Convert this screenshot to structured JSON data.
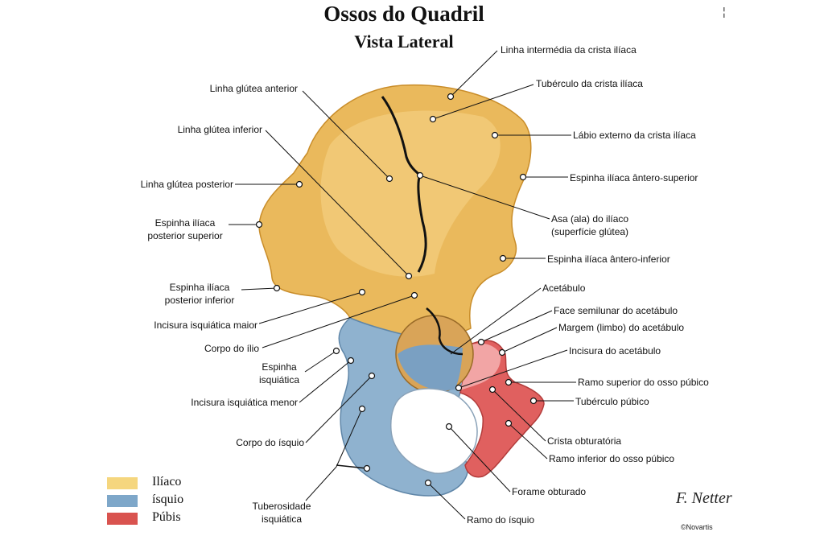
{
  "title": "Ossos do Quadril",
  "subtitle": "Vista Lateral",
  "labels": {
    "linha_intermedia": "Linha intermédia da crista ilíaca",
    "tuberculo_crista": "Tubérculo da crista ilíaca",
    "labio_externo": "Lábio externo da crista ilíaca",
    "espinha_antero_superior": "Espinha ilíaca ântero-superior",
    "asa_1": "Asa (ala) do ilíaco",
    "asa_2": "(superfície glútea)",
    "espinha_antero_inferior": "Espinha ilíaca ântero-inferior",
    "acetabulo": "Acetábulo",
    "face_semilunar": "Face semilunar do acetábulo",
    "margem_limbo": "Margem (limbo) do acetábulo",
    "incisura_acetabulo": "Incisura do acetábulo",
    "ramo_superior_pubico": "Ramo superior do osso púbico",
    "tuberculo_pubico": "Tubérculo púbico",
    "crista_obturatoria": "Crista obturatória",
    "ramo_inferior_pubico": "Ramo inferior do osso púbico",
    "forame_obturado": "Forame obturado",
    "ramo_isquio": "Ramo do ísquio",
    "linha_glutea_anterior": "Linha glútea anterior",
    "linha_glutea_inferior": "Linha glútea inferior",
    "linha_glutea_posterior": "Linha glútea posterior",
    "espinha_posterior_superior_1": "Espinha ilíaca",
    "espinha_posterior_superior_2": "posterior superior",
    "espinha_posterior_inferior_1": "Espinha ilíaca",
    "espinha_posterior_inferior_2": "posterior inferior",
    "incisura_isquiatica_maior": "Incisura isquiática maior",
    "corpo_ilio": "Corpo do ílio",
    "espinha_isquiatica_1": "Espinha",
    "espinha_isquiatica_2": "isquiática",
    "incisura_isquiatica_menor": "Incisura isquiática menor",
    "corpo_isquio": "Corpo do ísquio",
    "tuberosidade_1": "Tuberosidade",
    "tuberosidade_2": "isquiática"
  },
  "legend": [
    {
      "label": "Ilíaco",
      "color": "#f5d67e"
    },
    {
      "label": "ísquio",
      "color": "#7ea7c9"
    },
    {
      "label": "Púbis",
      "color": "#d9534f"
    }
  ],
  "colors": {
    "ilium": "#eab95c",
    "ilium_light": "#f5d38a",
    "ischium": "#8fb2cf",
    "pubis": "#e0605f",
    "lunate": "#f2a5a5"
  },
  "signature": {
    "artist": "F. Netter",
    "company": "©Novartis"
  },
  "corner_mark": "¦"
}
